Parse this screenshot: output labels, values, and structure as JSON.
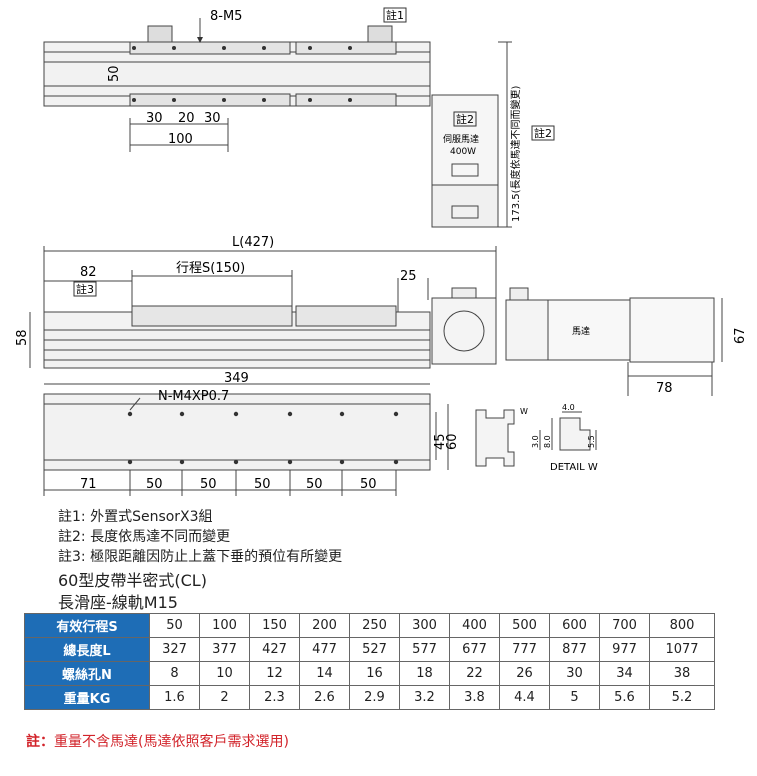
{
  "drawing": {
    "top_view": {
      "hole_label": "8-M5",
      "note1_tag": "註1",
      "dim_50": "50",
      "dim_30a": "30",
      "dim_20": "20",
      "dim_30b": "30",
      "dim_100": "100",
      "note2_tag_motor": "註2",
      "motor_label_line1": "伺服馬達",
      "motor_label_line2": "400W",
      "dim_173": "173.5(長度依馬達不同而變更)",
      "note2_tag_side": "註2"
    },
    "front_view": {
      "dim_L": "L(427)",
      "dim_82": "82",
      "dim_stroke": "行程S(150)",
      "note3_tag": "註3",
      "dim_25": "25",
      "dim_58": "58",
      "motor_text": "馬達",
      "dim_67": "67",
      "dim_78": "78"
    },
    "bottom_view": {
      "dim_349": "349",
      "hole_label": "N-M4XP0.7",
      "dim_45": "45",
      "dim_60": "60",
      "dim_71": "71",
      "dim_pitch": [
        "50",
        "50",
        "50",
        "50",
        "50"
      ]
    },
    "detail": {
      "label": "DETAIL W",
      "dim_w": "W",
      "dim_4": "4.0",
      "dim_30": "3.0",
      "dim_80": "8.0",
      "dim_55": "5.5"
    }
  },
  "notes": [
    "註1: 外置式SensorX3組",
    "註2: 長度依馬達不同而變更",
    "註3: 極限距離因防止上蓋下垂的預位有所變更"
  ],
  "title_line1": "60型皮帶半密式(CL)",
  "title_line2": "長滑座-線軌M15",
  "table": {
    "rows": [
      {
        "header": "有效行程S",
        "cells": [
          "50",
          "100",
          "150",
          "200",
          "250",
          "300",
          "400",
          "500",
          "600",
          "700",
          "800"
        ]
      },
      {
        "header": "總長度L",
        "cells": [
          "327",
          "377",
          "427",
          "477",
          "527",
          "577",
          "677",
          "777",
          "877",
          "977",
          "1077"
        ]
      },
      {
        "header": "螺絲孔N",
        "cells": [
          "8",
          "10",
          "12",
          "14",
          "16",
          "18",
          "22",
          "26",
          "30",
          "34",
          "38"
        ]
      },
      {
        "header": "重量KG",
        "cells": [
          "1.6",
          "2",
          "2.3",
          "2.6",
          "2.9",
          "3.2",
          "3.8",
          "4.4",
          "5",
          "5.6",
          "5.2"
        ]
      }
    ]
  },
  "footnote": {
    "prefix": "註：",
    "text": "重量不含馬達(馬達依照客戶需求選用)"
  },
  "colors": {
    "header_bg": "#1e6db6",
    "footnote": "#d2232a",
    "line": "#333333"
  }
}
